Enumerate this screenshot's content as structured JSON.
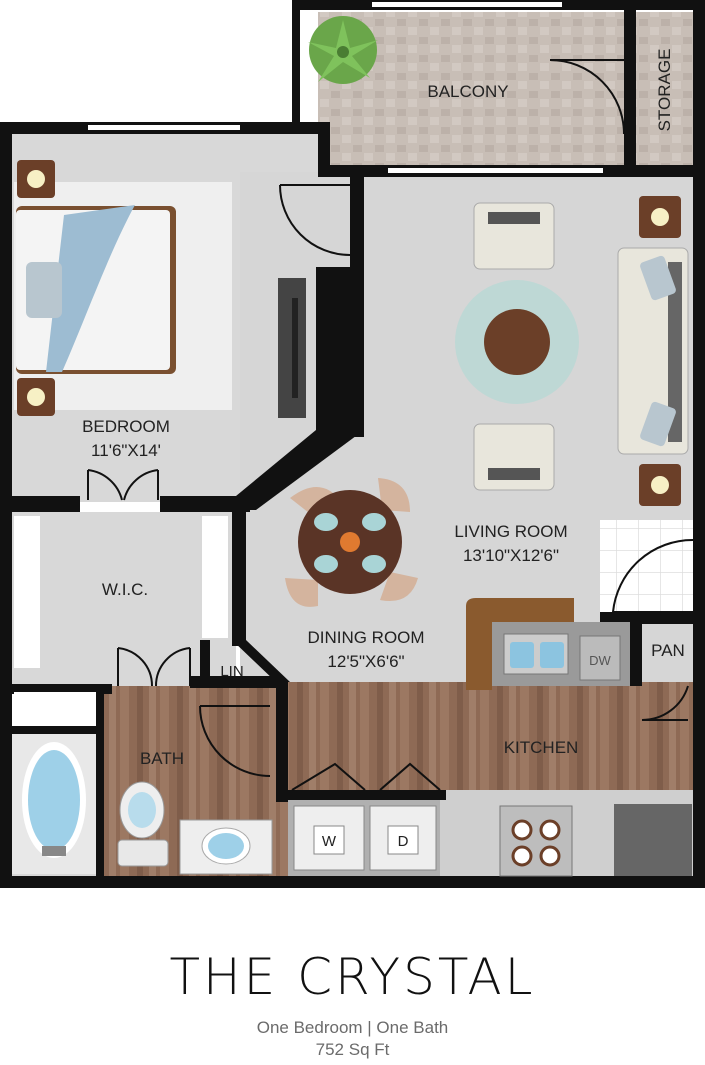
{
  "plan": {
    "name": "THE CRYSTAL",
    "summary": "One Bedroom | One Bath",
    "area": "752 Sq Ft"
  },
  "rooms": {
    "balcony": "BALCONY",
    "storage": "STORAGE",
    "bedroom": "BEDROOM",
    "bedroom_size": "11'6\"X14'",
    "wic": "W.I.C.",
    "lin": "LIN",
    "bath": "BATH",
    "living": "LIVING ROOM",
    "living_size": "13'10\"X12'6\"",
    "dining": "DINING ROOM",
    "dining_size": "12'5\"X6'6\"",
    "kitchen": "KITCHEN",
    "pan": "PAN"
  },
  "appliances": {
    "washer": "W",
    "dryer": "D",
    "dishwasher": "DW"
  },
  "colors": {
    "wall": "#111111",
    "carpet": "#d6d6d6",
    "wood": "#8e6a55",
    "balcony": "#c9bfb7",
    "counter": "#9a9a9a",
    "accent_wood": "#7a5030",
    "glass": "#a9d4d6"
  }
}
